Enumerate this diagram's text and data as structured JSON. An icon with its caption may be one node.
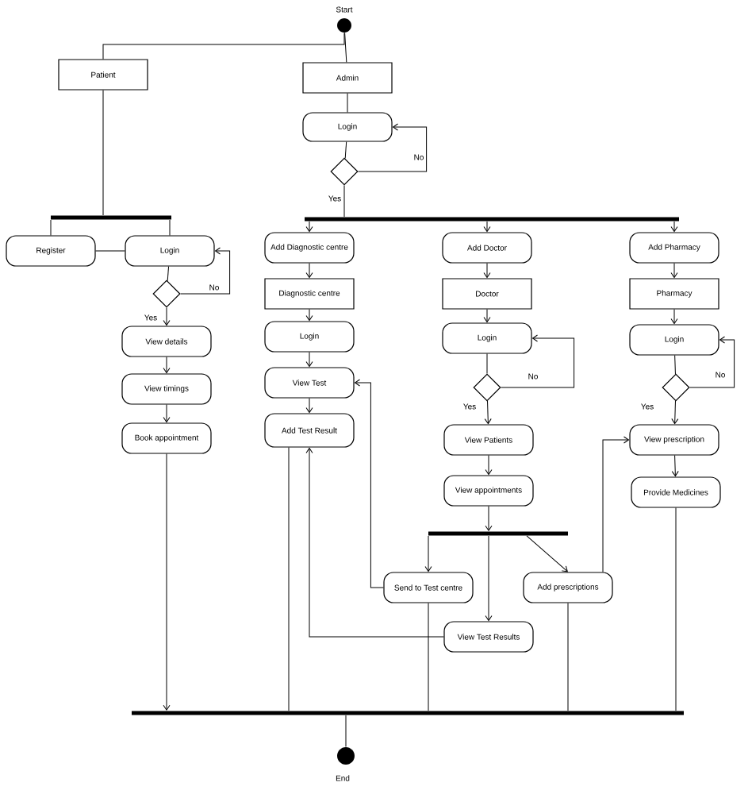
{
  "diagram": {
    "nodes": [
      {
        "text": [],
        "shape": "circle",
        "beside": [
          "Start"
        ]
      },
      {
        "text": [
          "Patient"
        ]
      },
      {
        "text": [
          "Admin"
        ]
      },
      {
        "text": [
          "Login"
        ]
      },
      {
        "text": [],
        "shape": "diamond"
      },
      {
        "text": [],
        "shape": "bar"
      },
      {
        "text": [],
        "shape": "bar"
      },
      {
        "text": [
          "Register"
        ]
      },
      {
        "text": [
          "Login"
        ]
      },
      {
        "text": [],
        "shape": "diamond"
      },
      {
        "text": [
          "View details"
        ]
      },
      {
        "text": [
          "View timings"
        ]
      },
      {
        "text": [
          "Book appointment"
        ]
      },
      {
        "text": [
          "Add Diagnostic centre"
        ]
      },
      {
        "text": [
          "Diagnostic centre"
        ]
      },
      {
        "text": [
          "Login"
        ]
      },
      {
        "text": [
          "View Test"
        ]
      },
      {
        "text": [
          "Add Test Result"
        ]
      },
      {
        "text": [
          "Add Doctor"
        ]
      },
      {
        "text": [
          "Doctor"
        ]
      },
      {
        "text": [
          "Login"
        ]
      },
      {
        "text": [],
        "shape": "diamond"
      },
      {
        "text": [
          "View Patients"
        ]
      },
      {
        "text": [
          "View appointments"
        ]
      },
      {
        "text": [
          "Add Pharmacy"
        ]
      },
      {
        "text": [
          "Pharmacy"
        ]
      },
      {
        "text": [
          "Login"
        ]
      },
      {
        "text": [],
        "shape": "diamond"
      },
      {
        "text": [
          "View prescription"
        ]
      },
      {
        "text": [
          "Provide Medicines"
        ]
      },
      {
        "text": [],
        "shape": "bar"
      },
      {
        "text": [
          "Send to Test centre"
        ]
      },
      {
        "text": [
          "Add prescriptions"
        ]
      },
      {
        "text": [
          "View Test Results"
        ]
      },
      {
        "text": [],
        "shape": "bar"
      },
      {
        "text": [],
        "shape": "circle",
        "beside": [
          "End"
        ]
      }
    ],
    "edges": [
      {
        "from": 0,
        "to": 1,
        "arrow": "none"
      },
      {
        "from": 0,
        "to": 2,
        "arrow": "none"
      },
      {
        "from": 1,
        "to": 6,
        "arrow": "none"
      },
      {
        "from": 6,
        "to": 7,
        "arrow": "none"
      },
      {
        "from": 6,
        "to": 8,
        "arrow": "none"
      },
      {
        "from": 7,
        "to": 8,
        "arrow": "none"
      },
      {
        "from": 8,
        "to": 9,
        "arrow": "none"
      },
      {
        "from": 9,
        "to": 8,
        "arrow": "to",
        "label": "No"
      },
      {
        "from": 9,
        "to": 10,
        "arrow": "to",
        "label": "Yes"
      },
      {
        "from": 10,
        "to": 11,
        "arrow": "to"
      },
      {
        "from": 11,
        "to": 12,
        "arrow": "to"
      },
      {
        "from": 12,
        "to": 34,
        "arrow": "to"
      },
      {
        "from": 2,
        "to": 3,
        "arrow": "none"
      },
      {
        "from": 3,
        "to": 4,
        "arrow": "none"
      },
      {
        "from": 4,
        "to": 3,
        "arrow": "to",
        "label": "No"
      },
      {
        "from": 4,
        "to": 5,
        "arrow": "none",
        "label": "Yes"
      },
      {
        "from": 5,
        "to": 13,
        "arrow": "to"
      },
      {
        "from": 5,
        "to": 18,
        "arrow": "to"
      },
      {
        "from": 5,
        "to": 24,
        "arrow": "to"
      },
      {
        "from": 13,
        "to": 14,
        "arrow": "to"
      },
      {
        "from": 14,
        "to": 15,
        "arrow": "to"
      },
      {
        "from": 15,
        "to": 16,
        "arrow": "to"
      },
      {
        "from": 16,
        "to": 17,
        "arrow": "to"
      },
      {
        "from": 18,
        "to": 19,
        "arrow": "to"
      },
      {
        "from": 19,
        "to": 20,
        "arrow": "to"
      },
      {
        "from": 20,
        "to": 21,
        "arrow": "none"
      },
      {
        "from": 21,
        "to": 20,
        "arrow": "to",
        "label": "No"
      },
      {
        "from": 21,
        "to": 22,
        "arrow": "to",
        "label": "Yes"
      },
      {
        "from": 22,
        "to": 23,
        "arrow": "to"
      },
      {
        "from": 23,
        "to": 30,
        "arrow": "to"
      },
      {
        "from": 24,
        "to": 25,
        "arrow": "to"
      },
      {
        "from": 25,
        "to": 26,
        "arrow": "to"
      },
      {
        "from": 26,
        "to": 27,
        "arrow": "none"
      },
      {
        "from": 27,
        "to": 26,
        "arrow": "to",
        "label": "No"
      },
      {
        "from": 27,
        "to": 28,
        "arrow": "to",
        "label": "Yes"
      },
      {
        "from": 28,
        "to": 29,
        "arrow": "to"
      },
      {
        "from": 30,
        "to": 31,
        "arrow": "to"
      },
      {
        "from": 30,
        "to": 33,
        "arrow": "to"
      },
      {
        "from": 30,
        "to": 32,
        "arrow": "to"
      },
      {
        "from": 31,
        "to": 16,
        "arrow": "to"
      },
      {
        "from": 33,
        "to": 17,
        "arrow": "to"
      },
      {
        "from": 32,
        "to": 28,
        "arrow": "to"
      },
      {
        "from": 17,
        "to": 34,
        "arrow": "none"
      },
      {
        "from": 31,
        "to": 34,
        "arrow": "none"
      },
      {
        "from": 32,
        "to": 34,
        "arrow": "none"
      },
      {
        "from": 29,
        "to": 34,
        "arrow": "none"
      },
      {
        "from": 34,
        "to": 35,
        "arrow": "none"
      }
    ]
  }
}
